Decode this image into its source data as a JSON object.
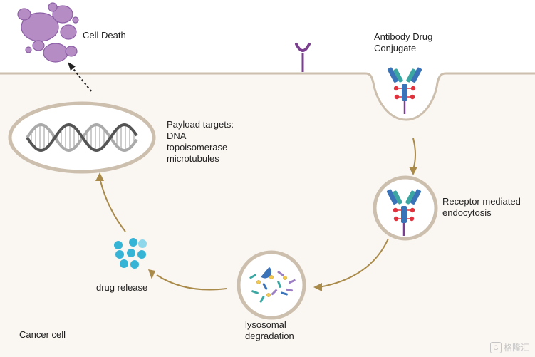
{
  "labels": {
    "cell_death": "Cell Death",
    "adc": "Antibody Drug\nConjugate",
    "payload_targets": "Payload targets:\nDNA\ntopoisomerase\nmicrotubules",
    "receptor_endocytosis": "Receptor mediated\nendocytosis",
    "drug_release": "drug release",
    "lysosomal": "lysosomal\ndegradation",
    "cancer_cell": "Cancer cell"
  },
  "watermark": {
    "box": "G",
    "text": "格隆汇"
  },
  "colors": {
    "cytoplasm": "#faf6f2",
    "membrane": "#cdbfad",
    "membrane_edge": "#a8998a",
    "arrow": "#a98a48",
    "dead_cell": "#b58cc4",
    "dead_cell_edge": "#8c5ea6",
    "receptor": "#7a3f8f",
    "antibody_blue": "#3a73b8",
    "antibody_teal": "#3ba6a2",
    "payload_red": "#e0323c",
    "drug_dot": "#35b4d6",
    "drug_dot_light": "#8fd7ea",
    "dna_dark": "#555555",
    "dna_light": "#aaaaaa"
  },
  "icons": [
    "dead-cell-icon",
    "receptor-icon",
    "antibody-drug-conjugate-icon",
    "dna-helix-icon",
    "drug-molecule-icon",
    "lysosome-icon",
    "arrow-icon"
  ]
}
